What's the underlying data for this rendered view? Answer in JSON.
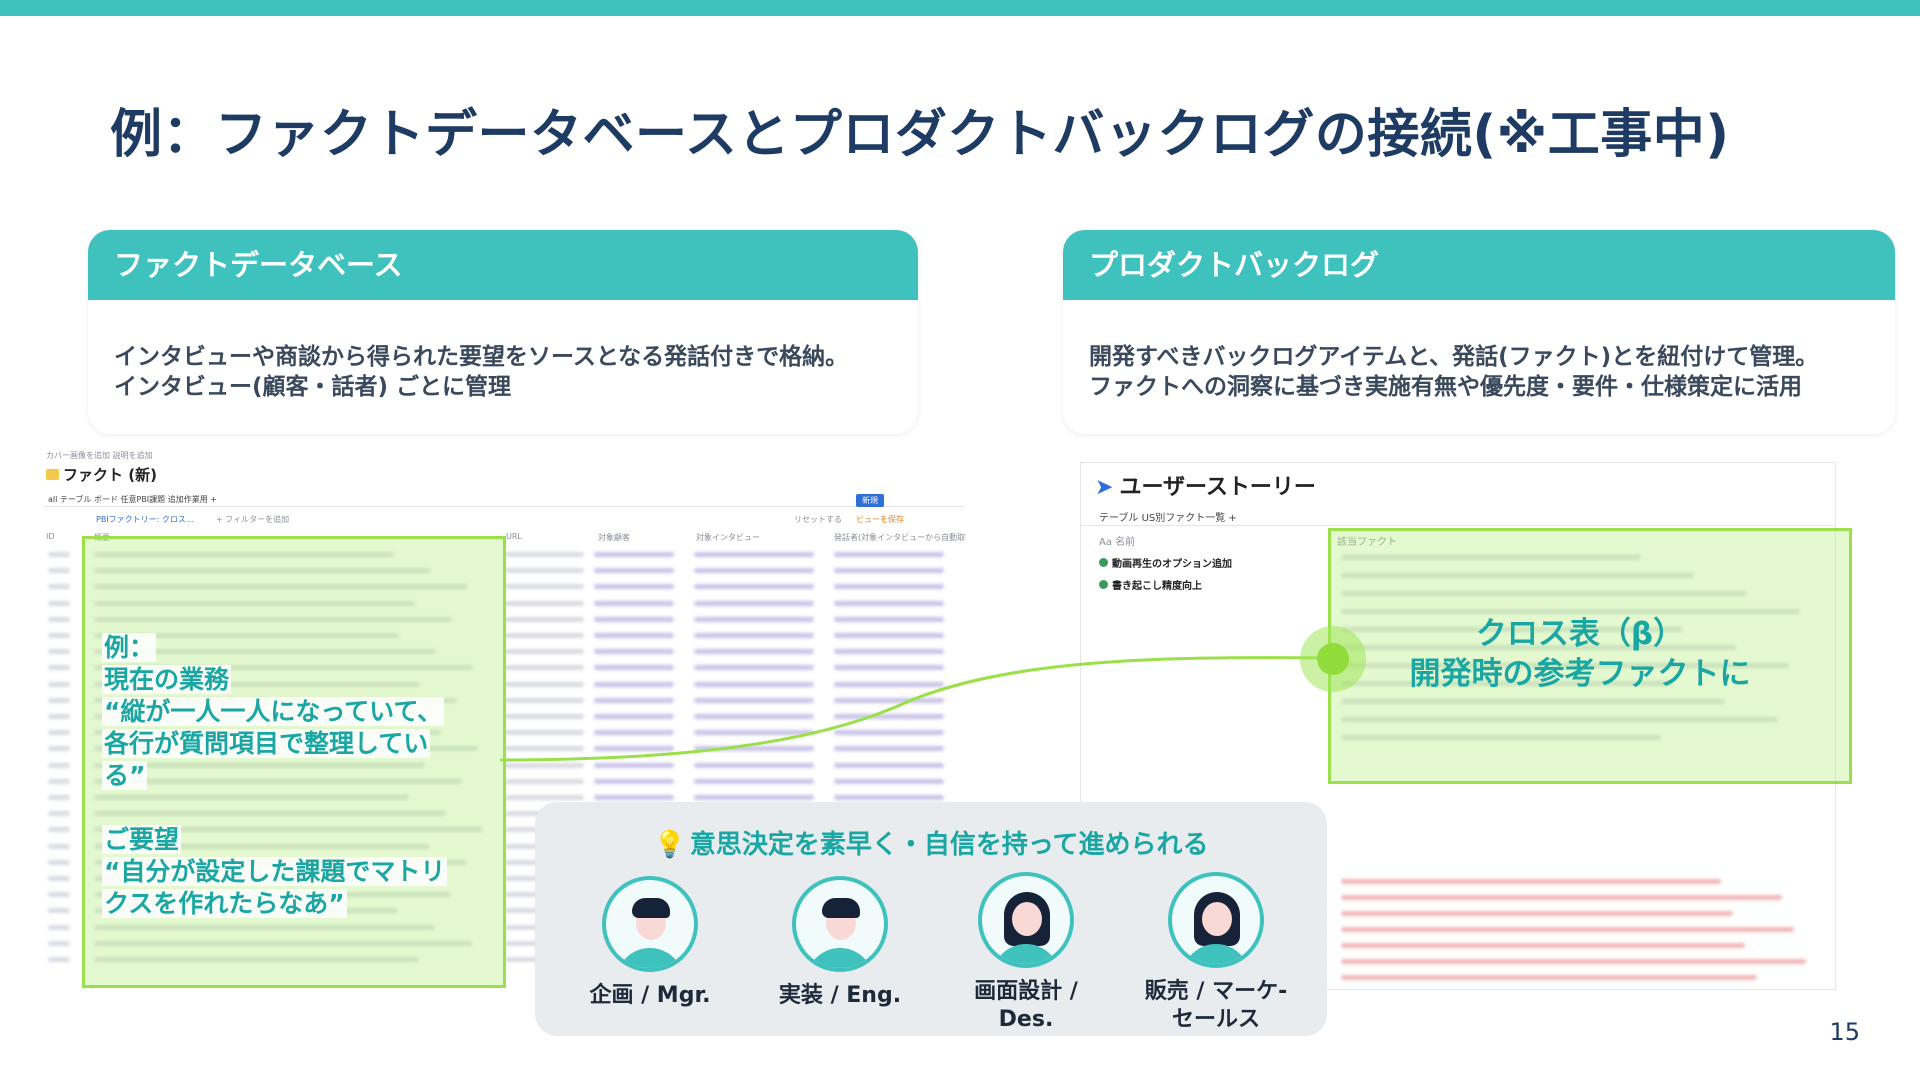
{
  "slide": {
    "title": "例：ファクトデータベースとプロダクトバックログの接続(※工事中)",
    "page_number": "15"
  },
  "cards": {
    "left": {
      "title": "ファクトデータベース",
      "line1": "インタビューや商談から得られた要望をソースとなる発話付きで格納。",
      "line2": "インタビュー(顧客・話者) ごとに管理"
    },
    "right": {
      "title": "プロダクトバックログ",
      "line1": "開発すべきバックログアイテムと、発話(ファクト)とを紐付けて管理。",
      "line2": "ファクトへの洞察に基づき実施有無や優先度・要件・仕様策定に活用"
    }
  },
  "left_screenshot": {
    "top_links": "カバー画像を追加  説明を追加",
    "page_title": "ファクト (新)",
    "tabs": "all  テーブル  ボード  任意PBI課題  追加作業用  +",
    "filter_chip": "PBIファクトリー: クロス...",
    "add_filter": "+ フィルターを追加",
    "new_button": "新規",
    "reset": "リセットする",
    "save_view": "ビューを保存",
    "columns": [
      "ID",
      "概要",
      "URL",
      "対象顧客",
      "対象インタビュー",
      "発話者(対象インタビューから自動取得)"
    ]
  },
  "right_screenshot": {
    "page_title": "ユーザーストーリー",
    "tabs": "テーブル  US別ファクト一覧  +",
    "name_header": "Aa 名前",
    "related_header": "該当ファクト",
    "rows": [
      "動画再生のオプション追加",
      "書き起こし精度向上"
    ]
  },
  "overlay_left": {
    "line1": "例：",
    "line2": "現在の業務",
    "line3": "“縦が一人一人になっていて、",
    "line4": "各行が質問項目で整理してい",
    "line5": "る”",
    "line6": "ご要望",
    "line7": "“自分が設定した課題でマトリ",
    "line8": "クスを作れたらなあ”"
  },
  "overlay_right": {
    "line1": "クロス表（β）",
    "line2": "開発時の参考ファクトに"
  },
  "personas": {
    "title": "意思決定を素早く・自信を持って進められる",
    "items": [
      {
        "label": "企画 / Mgr."
      },
      {
        "label": "実装 / Eng."
      },
      {
        "label1": "画面設計 /",
        "label2": "Des."
      },
      {
        "label1": "販売 / マーケ-",
        "label2": "セールス"
      }
    ]
  },
  "colors": {
    "accent": "#3fc2bd",
    "title": "#1d3b63",
    "highlight": "#9be04a",
    "overlay_text": "#1aa7a3"
  }
}
